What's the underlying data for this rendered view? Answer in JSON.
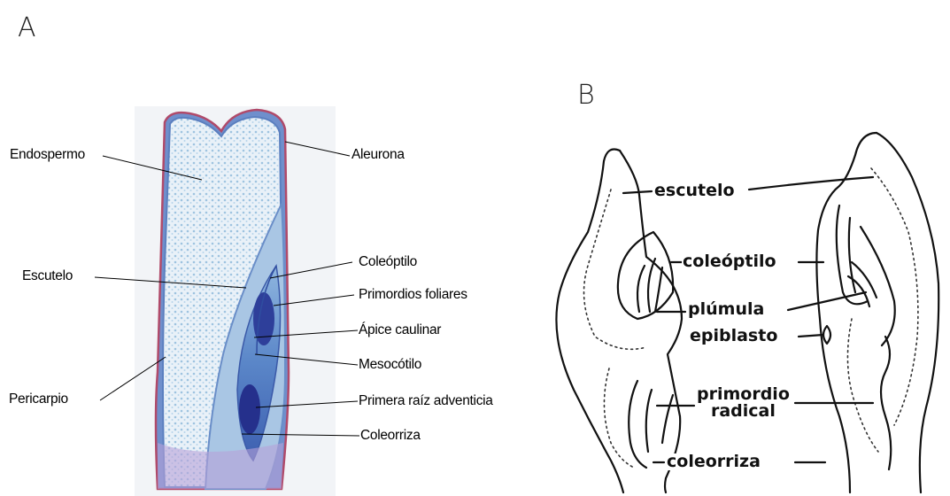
{
  "panel_a": {
    "letter": "A",
    "labels": {
      "endospermo": "Endospermo",
      "aleurona": "Aleurona",
      "coleoptilo": "Coleóptilo",
      "escutelo": "Escutelo",
      "primordios": "Primordios foliares",
      "apice": "Ápice caulinar",
      "mesocotilo": "Mesocótilo",
      "pericarpio": "Pericarpio",
      "raiz": "Primera raíz adventicia",
      "coleorriza": "Coleorriza"
    }
  },
  "panel_b": {
    "letter": "B",
    "labels": {
      "escutelo": "escutelo",
      "coleoptilo": "coleóptilo",
      "plumula": "plúmula",
      "epiblasto": "epiblasto",
      "primordio_1": "primordio",
      "primordio_2": "radical",
      "coleorriza": "coleorriza"
    }
  }
}
